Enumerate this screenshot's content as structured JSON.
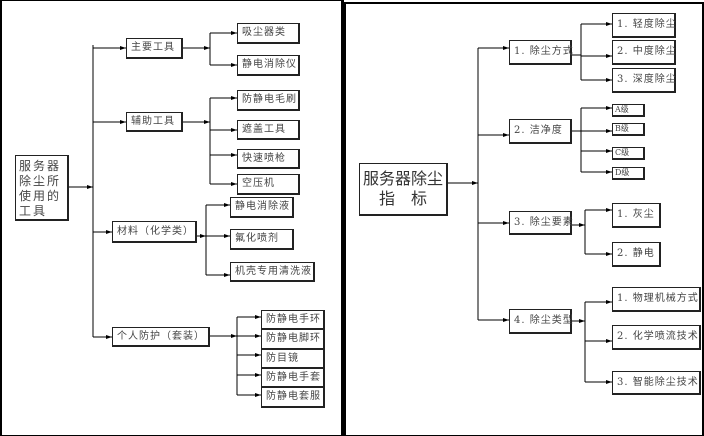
{
  "left_diagram": {
    "root": "服务器除尘所使用的工具",
    "branches": [
      {
        "label": "主要工具",
        "children": [
          "吸尘器类",
          "静电消除仪"
        ]
      },
      {
        "label": "辅助工具",
        "children": [
          "防静电毛刷",
          "遮盖工具",
          "快速喷枪",
          "空压机"
        ]
      },
      {
        "label": "材料（化学类）",
        "children": [
          "静电消除液",
          "氟化喷剂",
          "机壳专用清洗液"
        ]
      },
      {
        "label": "个人防护（套装）",
        "children": [
          "防静电手环",
          "防静电脚环",
          "防目镜",
          "防静电手套",
          "防静电套服"
        ]
      }
    ]
  },
  "right_diagram": {
    "root_line1": "服务器除尘",
    "root_line2": "指　标",
    "branches": [
      {
        "label": "1. 除尘方式",
        "children": [
          "1. 轻度除尘",
          "2. 中度除尘",
          "3. 深度除尘"
        ]
      },
      {
        "label": "2. 洁净度",
        "children": [
          "A级",
          "B级",
          "C级",
          "D级"
        ]
      },
      {
        "label": "3. 除尘要素",
        "children": [
          "1. 灰尘",
          "2. 静电"
        ]
      },
      {
        "label": "4. 除尘类型",
        "children": [
          "1. 物理机械方式",
          "2. 化学喷流技术",
          "3. 智能除尘技术"
        ]
      }
    ]
  }
}
